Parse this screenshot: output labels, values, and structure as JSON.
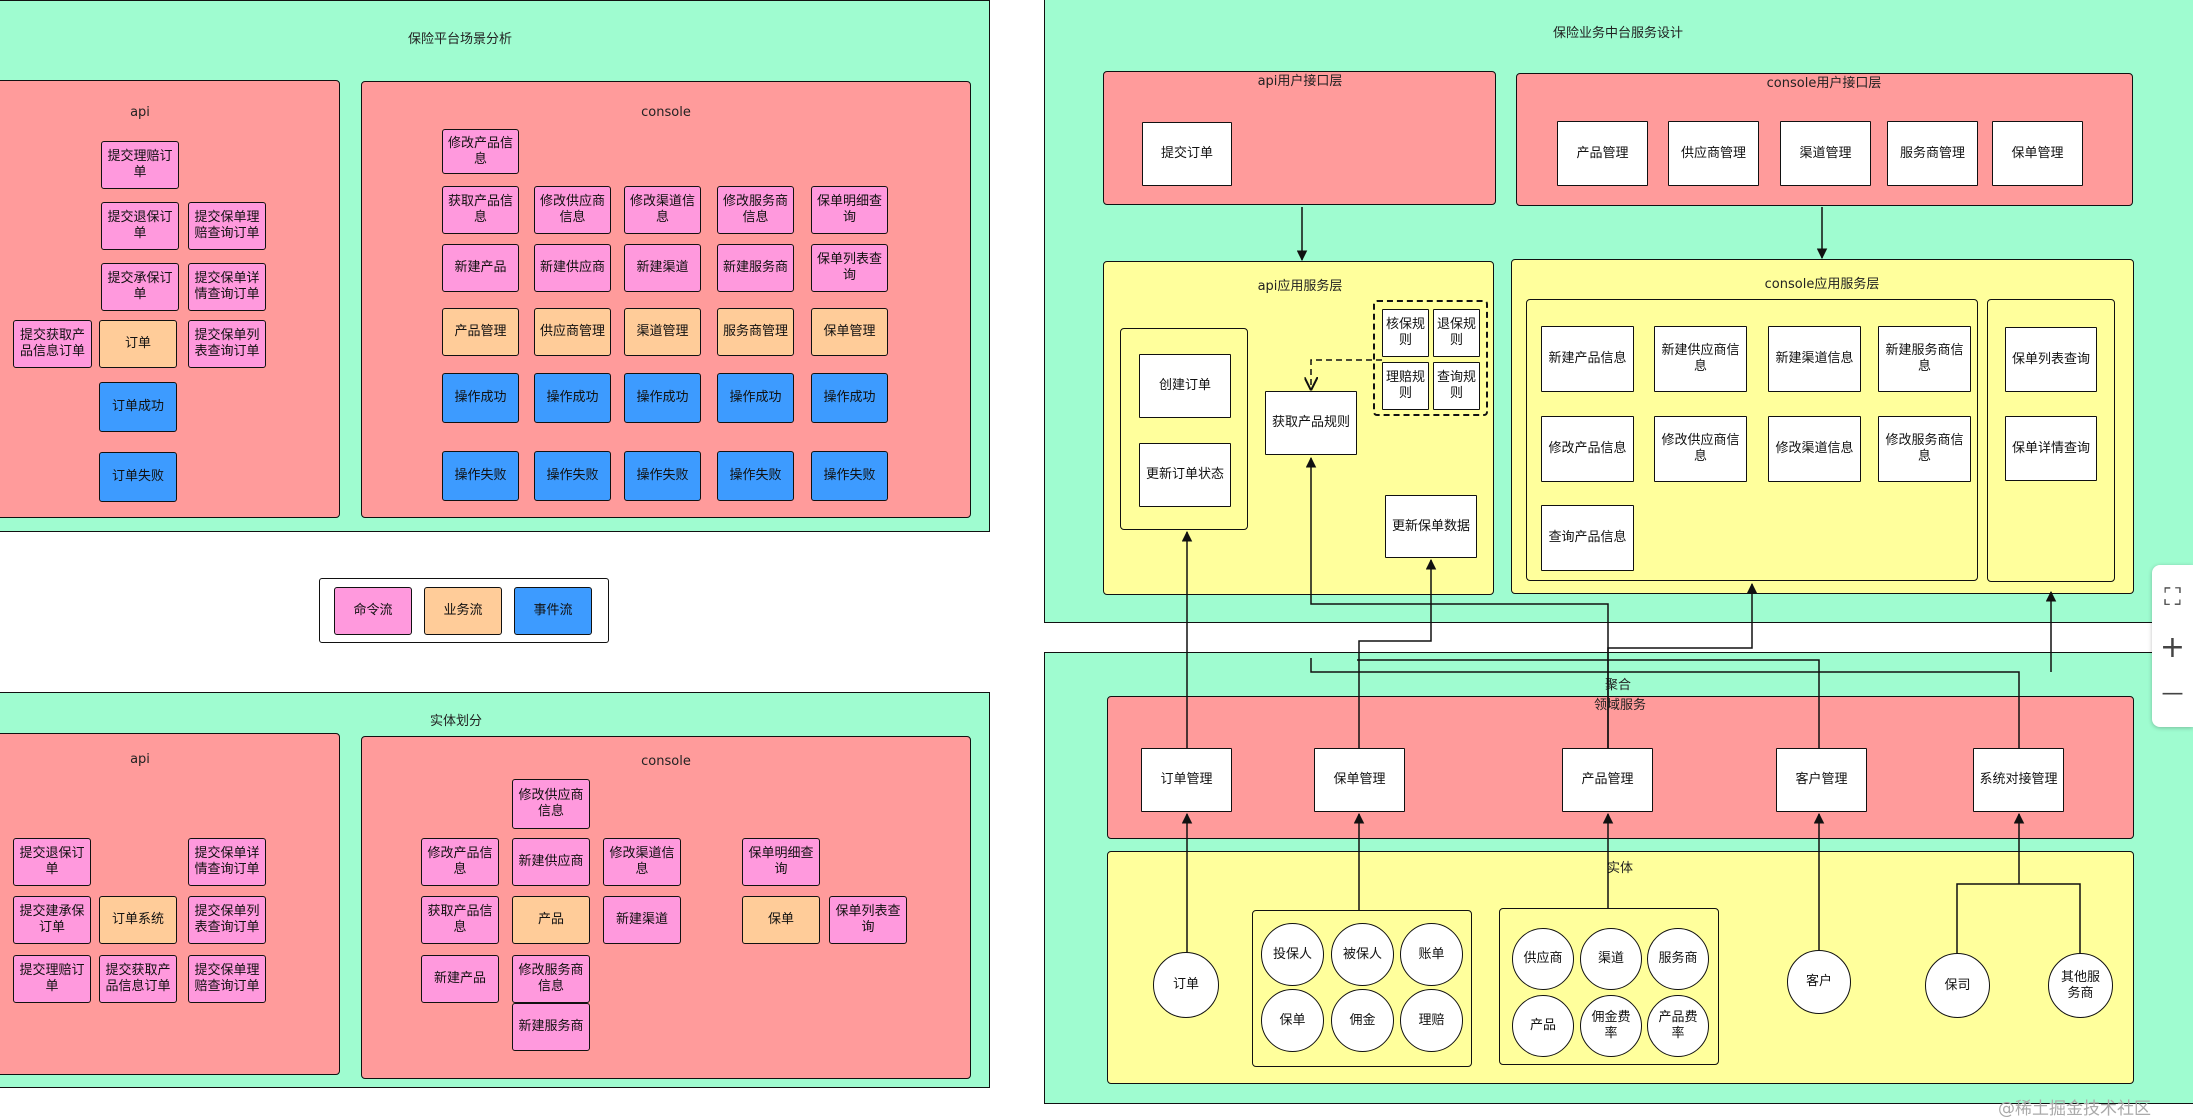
{
  "scenario": {
    "title": "保险平台场景分析",
    "api": {
      "title": "api",
      "commands": [
        "提交理赔订单",
        "提交退保订单",
        "提交承保订单",
        "提交获取产品信息订单",
        "提交保单理赔查询订单",
        "提交保单详情查询订单",
        "提交保单列表查询订单"
      ],
      "flow": "订单",
      "events": [
        "订单成功",
        "订单失败"
      ]
    },
    "console": {
      "title": "console",
      "commands": [
        "修改产品信息",
        "获取产品信息",
        "修改供应商信息",
        "修改渠道信息",
        "修改服务商信息",
        "保单明细查询",
        "新建产品",
        "新建供应商",
        "新建渠道",
        "新建服务商",
        "保单列表查询"
      ],
      "flows": [
        "产品管理",
        "供应商管理",
        "渠道管理",
        "服务商管理",
        "保单管理"
      ],
      "success": "操作成功",
      "fail": "操作失败"
    }
  },
  "legend": {
    "command": "命令流",
    "business": "业务流",
    "event": "事件流"
  },
  "entity": {
    "title": "实体划分",
    "api": {
      "title": "api",
      "commands": [
        "提交退保订单",
        "提交建承保订单",
        "提交理赔订单",
        "提交获取产品信息订单",
        "提交保单详情查询订单",
        "提交保单列表查询订单",
        "提交保单理赔查询订单"
      ],
      "flow": "订单系统"
    },
    "console": {
      "title": "console",
      "commands": [
        "修改供应商信息",
        "修改产品信息",
        "新建供应商",
        "修改渠道信息",
        "获取产品信息",
        "新建渠道",
        "新建产品",
        "修改服务商信息",
        "新建服务商",
        "保单明细查询",
        "保单列表查询"
      ],
      "flows": [
        "产品",
        "保单"
      ]
    }
  },
  "design": {
    "title": "保险业务中台服务设计",
    "api_ui": {
      "title": "api用户接口层",
      "items": [
        "提交订单"
      ]
    },
    "console_ui": {
      "title": "console用户接口层",
      "items": [
        "产品管理",
        "供应商管理",
        "渠道管理",
        "服务商管理",
        "保单管理"
      ]
    },
    "api_app": {
      "title": "api应用服务层",
      "order": [
        "创建订单",
        "更新订单状态"
      ],
      "rule": "获取产品规则",
      "rules": [
        "核保规则",
        "退保规则",
        "理赔规则",
        "查询规则"
      ],
      "update": "更新保单数据"
    },
    "console_app": {
      "title": "console应用服务层",
      "items": [
        "新建产品信息",
        "新建供应商信息",
        "新建渠道信息",
        "新建服务商信息",
        "修改产品信息",
        "修改供应商信息",
        "修改渠道信息",
        "修改服务商信息",
        "查询产品信息"
      ],
      "query": [
        "保单列表查询",
        "保单详情查询"
      ]
    }
  },
  "domain": {
    "aggregate": "聚合",
    "service_title": "领域服务",
    "services": [
      "订单管理",
      "保单管理",
      "产品管理",
      "客户管理",
      "系统对接管理"
    ],
    "entity_title": "实体",
    "entities": {
      "order": "订单",
      "policy": [
        "投保人",
        "被保人",
        "账单",
        "保单",
        "佣金",
        "理赔"
      ],
      "product": [
        "供应商",
        "渠道",
        "服务商",
        "产品",
        "佣金费率",
        "产品费率"
      ],
      "customer": "客户",
      "systems": [
        "保司",
        "其他服务商"
      ]
    }
  },
  "zoom": {
    "fit": "⛶",
    "in": "+",
    "out": "—"
  },
  "watermark": "@稀土掘金技术社区"
}
